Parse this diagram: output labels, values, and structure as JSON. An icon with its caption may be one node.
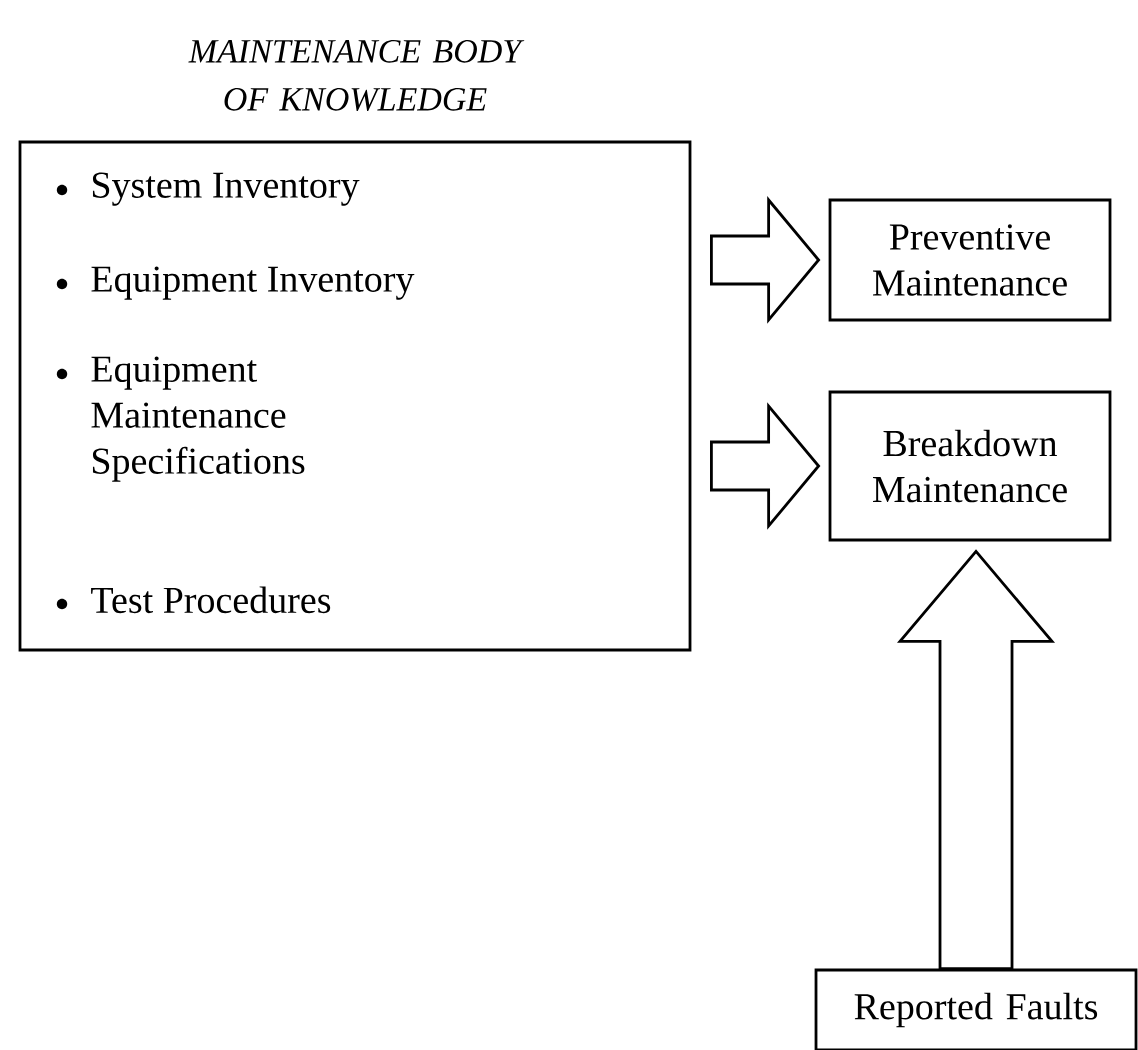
{
  "diagram": {
    "nodes": [
      {
        "text": [
          "MAINTENANCE BODY OF KNOWLEDGE",
          "System Inventory",
          "Equipment Inventory",
          "Equipment Maintenance Specifications",
          "Test Procedures"
        ]
      },
      {
        "text": [
          "Preventive Maintenance"
        ]
      },
      {
        "text": [
          "Breakdown Maintenance"
        ]
      },
      {
        "text": [
          "Reported Faults"
        ]
      }
    ],
    "edges": [
      {
        "from": 0,
        "to": 1,
        "arrow": "to"
      },
      {
        "from": 0,
        "to": 2,
        "arrow": "to"
      },
      {
        "from": 3,
        "to": 2,
        "arrow": "to"
      }
    ]
  }
}
